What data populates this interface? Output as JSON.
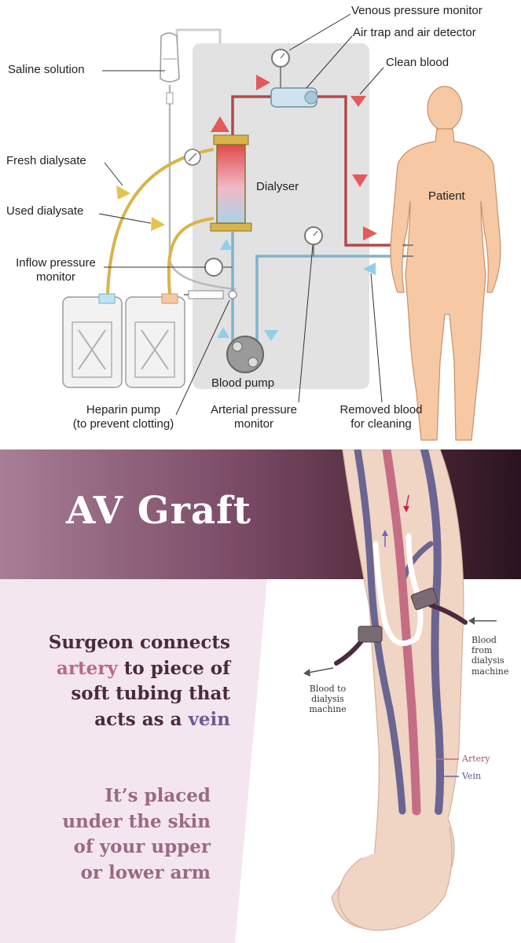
{
  "dialysis": {
    "labels": {
      "venous_pressure_monitor": "Venous pressure monitor",
      "air_trap": "Air trap and air detector",
      "clean_blood": "Clean blood",
      "saline_solution": "Saline solution",
      "fresh_dialysate": "Fresh dialysate",
      "dialyser": "Dialyser",
      "patient": "Patient",
      "used_dialysate": "Used dialysate",
      "inflow_pressure_line1": "Inflow pressure",
      "inflow_pressure_line2": "monitor",
      "blood_pump": "Blood pump",
      "heparin_line1": "Heparin pump",
      "heparin_line2": "(to prevent clotting)",
      "arterial_line1": "Arterial pressure",
      "arterial_line2": "monitor",
      "removed_line1": "Removed blood",
      "removed_line2": "for cleaning"
    },
    "colors": {
      "clean_blood": "#b04a4a",
      "used_blood": "#7fb3c9",
      "dialysate": "#d8b44a",
      "patient_skin": "#f6c8a4",
      "machine": "#e2e2e2"
    }
  },
  "graft": {
    "title": "AV Graft",
    "statement1": {
      "line1": "Surgeon connects",
      "line2_art": "artery",
      "line2_rest": " to piece of",
      "line3": "soft tubing that",
      "line4_pre": "acts as a ",
      "line4_vein": "vein"
    },
    "statement2": {
      "line1": "It’s placed",
      "line2": "under the skin",
      "line3": "of your upper",
      "line4": "or lower arm"
    },
    "annotations": {
      "from1": "Blood",
      "from2": "from",
      "from3": "dialysis",
      "from4": "machine",
      "to1": "Blood to",
      "to2": "dialysis",
      "to3": "machine",
      "artery": "Artery",
      "vein": "Vein"
    },
    "colors": {
      "artery": "#c46d84",
      "vein": "#6a6591",
      "graft_tube": "#ffffff",
      "skin": "#f0d4c4"
    }
  }
}
